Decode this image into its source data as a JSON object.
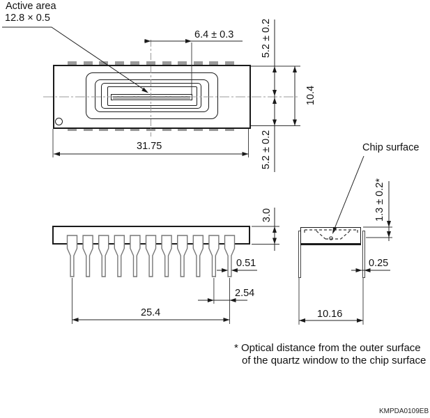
{
  "drawing": {
    "active_area": {
      "label": "Active area",
      "size": "12.8 × 0.5"
    },
    "top_view": {
      "dims": {
        "active_half_length": "6.4 ± 0.3",
        "center_to_top_edge": "5.2 ± 0.2",
        "body_height": "10.4",
        "center_to_bottom_edge": "5.2 ± 0.2",
        "body_length": "31.75"
      }
    },
    "side_view": {
      "dims": {
        "body_thickness": "3.0",
        "lead_width": "0.51",
        "lead_pitch": "2.54",
        "lead_span": "25.4"
      }
    },
    "end_view": {
      "chip_surface_label": "Chip surface",
      "dims": {
        "window_to_chip": "1.3 ± 0.2*",
        "lead_thickness": "0.25",
        "lead_row_spacing": "10.16"
      }
    },
    "footnote": {
      "line1": "* Optical distance from the outer surface",
      "line2": "of the quartz window to the chip surface"
    },
    "doc_number": "KMPDA0109EB",
    "colors": {
      "line": "#1a1a1a",
      "pin_fill": "#9a9a9a",
      "centerline": "#999999"
    }
  }
}
